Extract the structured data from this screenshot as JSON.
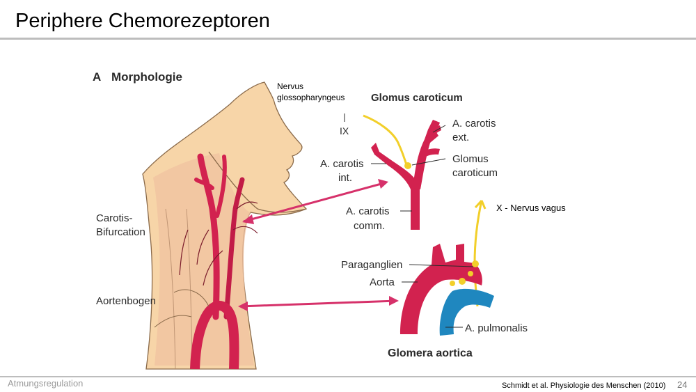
{
  "slide": {
    "title": "Periphere Chemorezeptoren",
    "footer_left": "Atmungsregulation",
    "source": "Schmidt et al. Physiologie des Menschen (2010)",
    "page_number": "24"
  },
  "figure": {
    "panel_letter": "A",
    "panel_title": "Morphologie",
    "left_labels": {
      "carotis_line1": "Carotis-",
      "carotis_line2": "Bifurcation",
      "aortenbogen": "Aortenbogen"
    },
    "glomus_caroticum": {
      "heading": "Glomus caroticum",
      "nerve_line1": "Nervus",
      "nerve_line2": "glossopharyngeus",
      "nerve_roman": "IX",
      "ext_line1": "A. carotis",
      "ext_line2": "ext.",
      "int_line1": "A. carotis",
      "int_line2": "int.",
      "glomus_line1": "Glomus",
      "glomus_line2": "caroticum",
      "comm_line1": "A. carotis",
      "comm_line2": "comm."
    },
    "glomera_aortica": {
      "heading": "Glomera aortica",
      "vagus_label": "X  -  Nervus vagus",
      "paraganglien": "Paraganglien",
      "aorta": "Aorta",
      "pulmonalis": "A. pulmonalis"
    },
    "colors": {
      "artery": "#d2224f",
      "pulmonary": "#1f87bf",
      "nerve": "#f2cf2a",
      "skin": "#f7d5a8",
      "arrow": "#d6316a"
    }
  }
}
